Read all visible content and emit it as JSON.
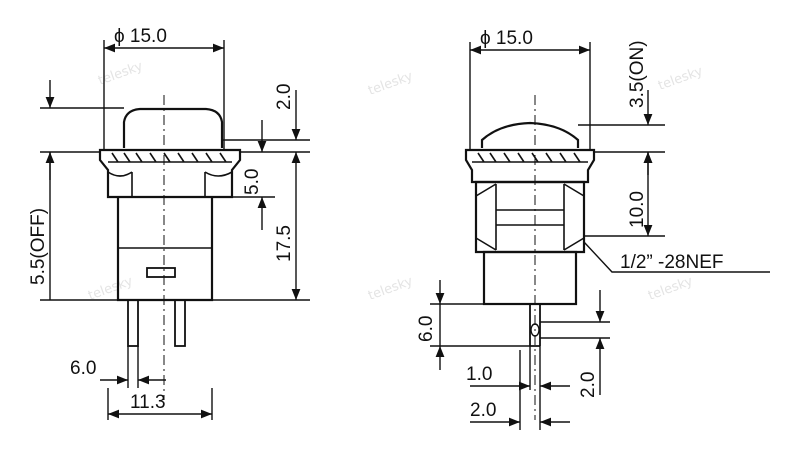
{
  "watermark": {
    "text": "telesky"
  },
  "left_view": {
    "diameter": "ϕ 15.0",
    "off_travel": "5.5(OFF)",
    "cap_height": "2.0",
    "nut_height": "5.0",
    "body_height": "17.5",
    "pin_pitch": "6.0",
    "body_width": "11.3"
  },
  "right_view": {
    "diameter": "ϕ 15.0",
    "on_travel": "3.5(ON)",
    "thread_length": "10.0",
    "thread_spec": "1/2”   -28NEF",
    "terminal_length": "6.0",
    "terminal_thickness": "1.0",
    "terminal_width": "2.0",
    "hole_size": "2.0"
  }
}
